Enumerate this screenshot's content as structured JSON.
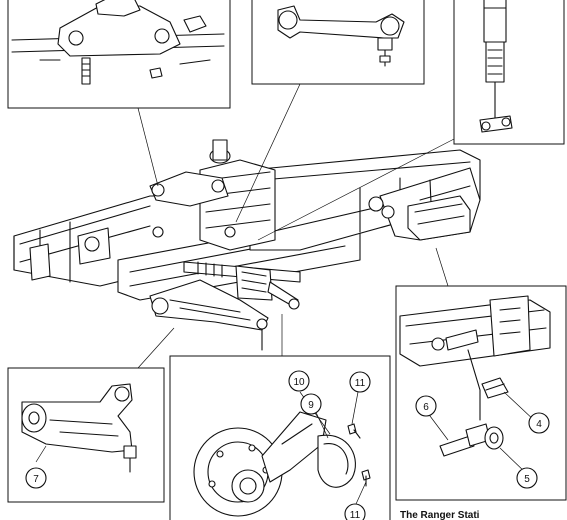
{
  "callouts": {
    "c4": "4",
    "c5": "5",
    "c6": "6",
    "c7": "7",
    "c9": "9",
    "c10": "10",
    "c11a": "11",
    "c11b": "11"
  },
  "caption": "The Ranger Stati"
}
